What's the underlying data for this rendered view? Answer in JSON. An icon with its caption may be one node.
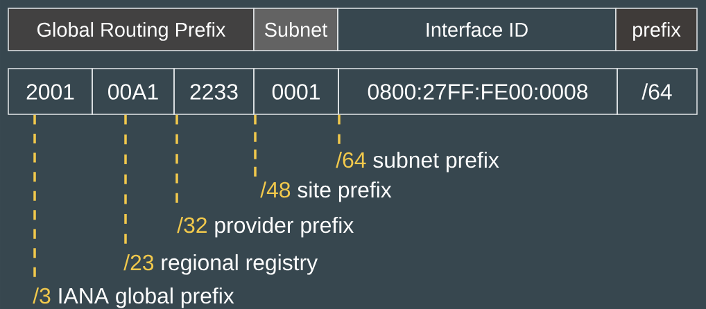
{
  "diagram": {
    "nodes": [
      {
        "text": [
          "Global Routing Prefix"
        ]
      },
      {
        "text": [
          "Subnet"
        ]
      },
      {
        "text": [
          "Interface ID"
        ]
      },
      {
        "text": [
          "prefix"
        ]
      },
      {
        "text": [
          "2001"
        ]
      },
      {
        "text": [
          "00A1"
        ]
      },
      {
        "text": [
          "2233"
        ]
      },
      {
        "text": [
          "0001"
        ]
      },
      {
        "text": [
          "0800:27FF:FE00:0008"
        ]
      },
      {
        "text": [
          "/64"
        ]
      },
      {
        "text": [
          "/64",
          "subnet prefix"
        ]
      },
      {
        "text": [
          "/48",
          "site prefix"
        ]
      },
      {
        "text": [
          "/32",
          "provider prefix"
        ]
      },
      {
        "text": [
          "/23",
          "regional registry"
        ]
      },
      {
        "text": [
          "/3",
          "IANA global prefix"
        ]
      }
    ],
    "edges": [
      {
        "from": 10,
        "to": 8,
        "arrow": "none",
        "style": "dashed"
      },
      {
        "from": 11,
        "to": 7,
        "arrow": "none",
        "style": "dashed"
      },
      {
        "from": 12,
        "to": 6,
        "arrow": "none",
        "style": "dashed"
      },
      {
        "from": 13,
        "to": 5,
        "arrow": "none",
        "style": "dashed"
      },
      {
        "from": 14,
        "to": 4,
        "arrow": "none",
        "style": "dashed"
      }
    ]
  }
}
